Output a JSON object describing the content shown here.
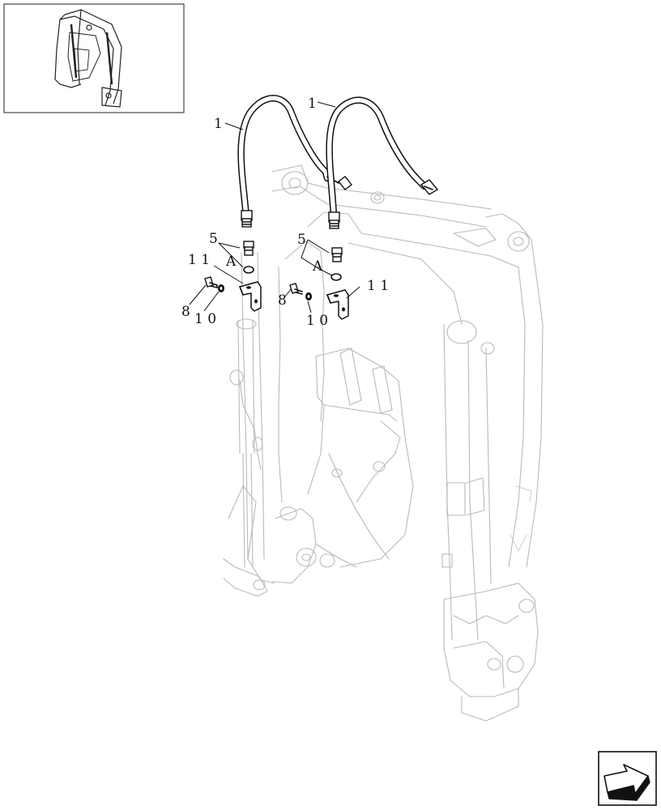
{
  "callouts": {
    "hose_left": "1",
    "hose_right": "1",
    "adapter_left": "5",
    "adapter_right": "5",
    "detail_left": "A",
    "detail_right": "A",
    "bracket_left": "1 1",
    "bracket_right": "1 1",
    "bolt_left": "8",
    "bolt_right": "8",
    "washer_left": "1 0",
    "washer_right": "1 0"
  }
}
